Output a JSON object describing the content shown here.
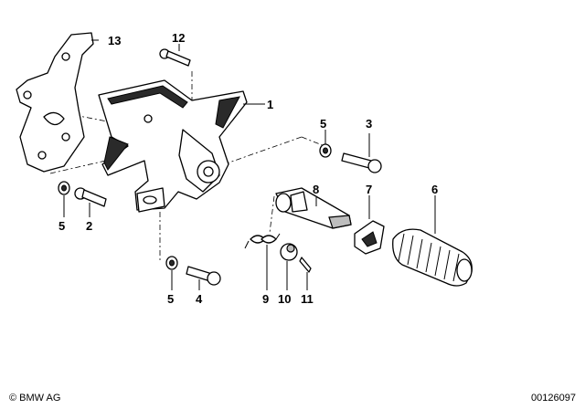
{
  "callouts": {
    "c1": "1",
    "c2": "2",
    "c3": "3",
    "c4": "4",
    "c5a": "5",
    "c5b": "5",
    "c5c": "5",
    "c6": "6",
    "c7": "7",
    "c8": "8",
    "c9": "9",
    "c10": "10",
    "c11": "11",
    "c12": "12",
    "c13": "13"
  },
  "footer": {
    "copyright": "© BMW AG",
    "doc_number": "00126097"
  }
}
